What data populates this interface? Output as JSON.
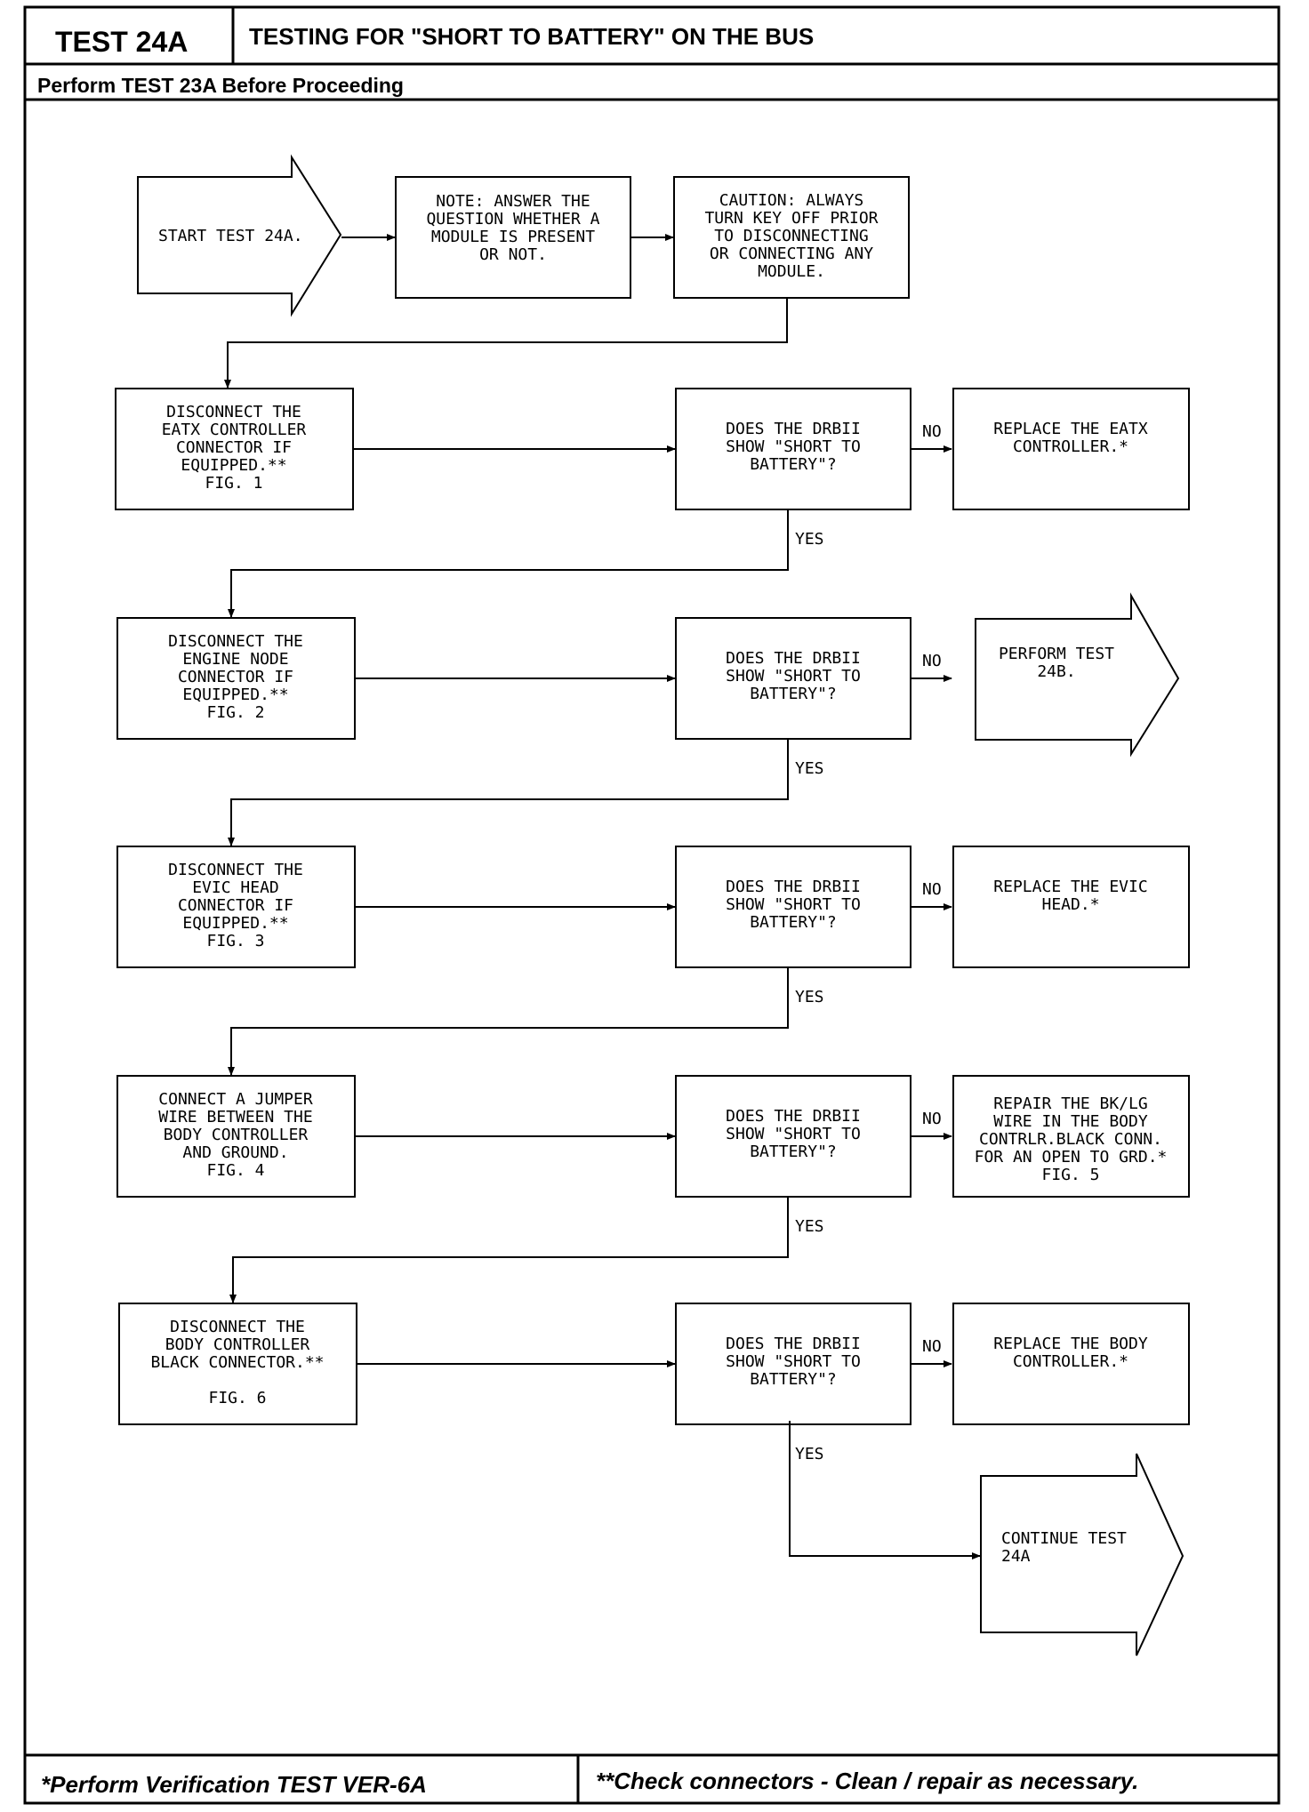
{
  "header": {
    "test_id": "TEST 24A",
    "title": "TESTING FOR \"SHORT TO BATTERY\" ON THE BUS",
    "prerequisite": "Perform TEST 23A Before Proceeding"
  },
  "footer": {
    "left_note": "*Perform Verification TEST VER-6A",
    "right_note": "**Check connectors - Clean / repair as necessary."
  },
  "flow": {
    "start": [
      "START TEST 24A."
    ],
    "note": [
      "NOTE: ANSWER THE",
      "QUESTION WHETHER A",
      "MODULE IS PRESENT",
      "OR NOT."
    ],
    "caution": [
      "CAUTION: ALWAYS",
      "TURN KEY OFF PRIOR",
      "TO DISCONNECTING",
      "OR CONNECTING ANY",
      "MODULE."
    ],
    "steps": [
      {
        "action": [
          "DISCONNECT THE",
          "EATX CONTROLLER",
          "CONNECTOR IF",
          "EQUIPPED.**",
          "FIG. 1"
        ],
        "question": [
          "DOES THE DRBII",
          "SHOW \"SHORT TO",
          "BATTERY\"?"
        ],
        "no_label": "NO",
        "no_result": [
          "REPLACE THE EATX",
          "CONTROLLER.*"
        ],
        "yes_label": "YES"
      },
      {
        "action": [
          "DISCONNECT THE",
          "ENGINE NODE",
          "CONNECTOR IF",
          "EQUIPPED.**",
          "FIG. 2"
        ],
        "question": [
          "DOES THE DRBII",
          "SHOW \"SHORT TO",
          "BATTERY\"?"
        ],
        "no_label": "NO",
        "no_result": [
          "PERFORM TEST",
          "24B."
        ],
        "yes_label": "YES"
      },
      {
        "action": [
          "DISCONNECT THE",
          "EVIC HEAD",
          "CONNECTOR IF",
          "EQUIPPED.**",
          "FIG. 3"
        ],
        "question": [
          "DOES THE DRBII",
          "SHOW \"SHORT TO",
          "BATTERY\"?"
        ],
        "no_label": "NO",
        "no_result": [
          "REPLACE THE EVIC",
          "HEAD.*"
        ],
        "yes_label": "YES"
      },
      {
        "action": [
          "CONNECT A JUMPER",
          "WIRE BETWEEN THE",
          "BODY CONTROLLER",
          "AND GROUND.",
          "FIG. 4"
        ],
        "question": [
          "DOES THE DRBII",
          "SHOW \"SHORT TO",
          "BATTERY\"?"
        ],
        "no_label": "NO",
        "no_result": [
          "REPAIR THE BK/LG",
          "WIRE IN THE BODY",
          "CONTRLR.BLACK CONN.",
          "FOR AN OPEN TO GRD.*",
          "FIG. 5"
        ],
        "yes_label": "YES"
      },
      {
        "action": [
          "DISCONNECT THE",
          "BODY CONTROLLER",
          "BLACK CONNECTOR.**",
          "",
          "FIG. 6"
        ],
        "question": [
          "DOES THE DRBII",
          "SHOW \"SHORT TO",
          "BATTERY\"?"
        ],
        "no_label": "NO",
        "no_result": [
          "REPLACE THE BODY",
          "CONTROLLER.*"
        ],
        "yes_label": "YES"
      }
    ],
    "end": [
      "CONTINUE TEST",
      "24A"
    ]
  }
}
